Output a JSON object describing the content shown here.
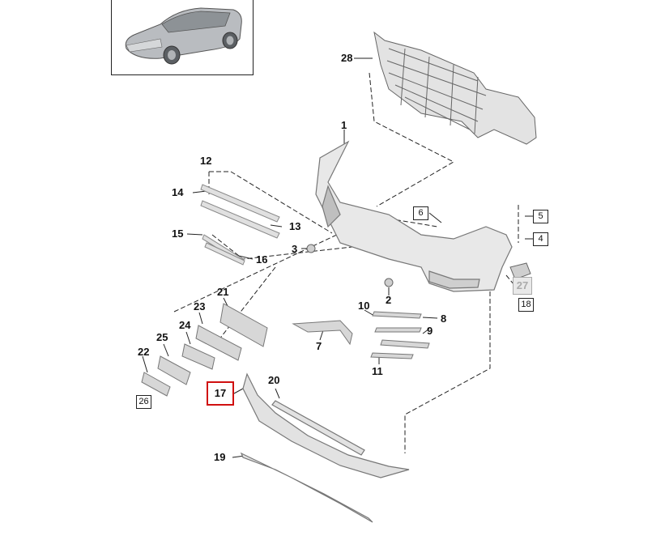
{
  "diagram": {
    "labels": {
      "l1": "1",
      "l2": "2",
      "l3": "3",
      "l4": "4",
      "l5": "5",
      "l6": "6",
      "l7": "7",
      "l8": "8",
      "l9": "9",
      "l10": "10",
      "l11": "11",
      "l12": "12",
      "l13": "13",
      "l14": "14",
      "l15": "15",
      "l16": "16",
      "l17": "17",
      "l18": "18",
      "l19": "19",
      "l20": "20",
      "l21": "21",
      "l22": "22",
      "l23": "23",
      "l24": "24",
      "l25": "25",
      "l26": "26",
      "l27": "27",
      "l28": "28"
    },
    "highlighted_part": "17",
    "colors": {
      "highlight": "#d01010",
      "part_fill": "#e6e6e6",
      "part_stroke": "#777777"
    }
  }
}
